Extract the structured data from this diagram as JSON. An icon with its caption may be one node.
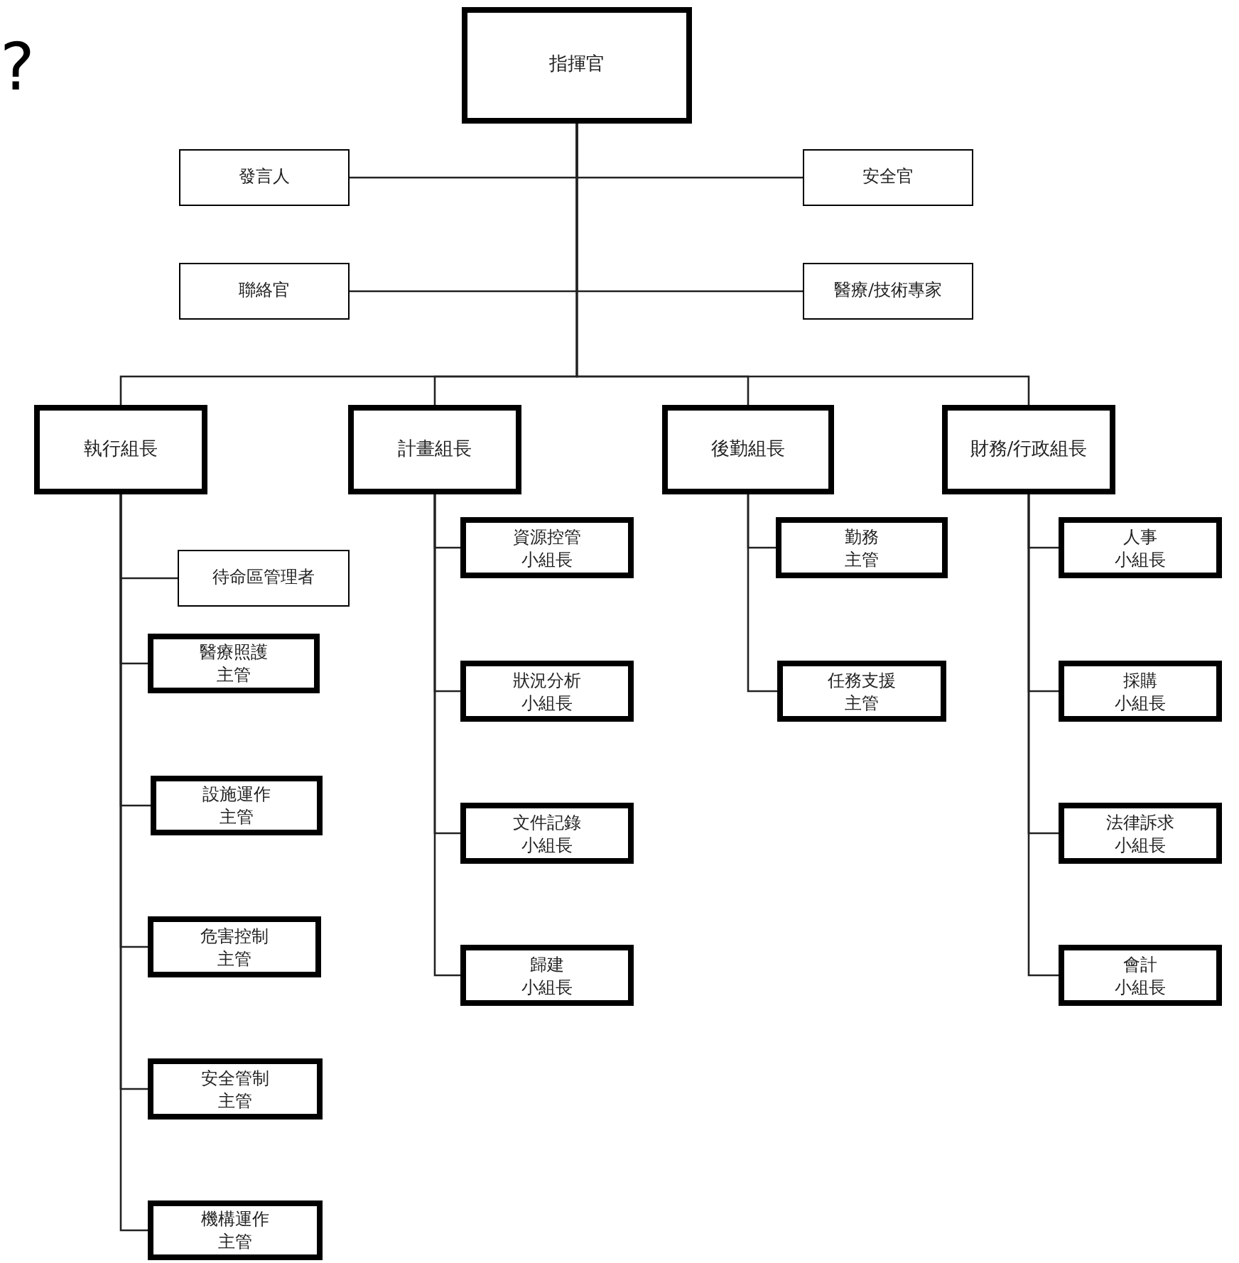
{
  "diagram": {
    "title": "?",
    "nodes": [
      {
        "text": [
          "指揮官"
        ]
      },
      {
        "text": [
          "發言人"
        ]
      },
      {
        "text": [
          "安全官"
        ]
      },
      {
        "text": [
          "聯絡官"
        ]
      },
      {
        "text": [
          "醫療/技術專家"
        ]
      },
      {
        "text": [
          "執行組長"
        ]
      },
      {
        "text": [
          "計畫組長"
        ]
      },
      {
        "text": [
          "後勤組長"
        ]
      },
      {
        "text": [
          "財務/行政組長"
        ]
      },
      {
        "text": [
          "待命區管理者"
        ]
      },
      {
        "text": [
          "醫療照護主管"
        ]
      },
      {
        "text": [
          "設施運作主管"
        ]
      },
      {
        "text": [
          "危害控制主管"
        ]
      },
      {
        "text": [
          "安全管制主管"
        ]
      },
      {
        "text": [
          "機構運作主管"
        ]
      },
      {
        "text": [
          "資源控管小組長"
        ]
      },
      {
        "text": [
          "狀況分析小組長"
        ]
      },
      {
        "text": [
          "文件記錄小組長"
        ]
      },
      {
        "text": [
          "歸建小組長"
        ]
      },
      {
        "text": [
          "勤務主管"
        ]
      },
      {
        "text": [
          "任務支援主管"
        ]
      },
      {
        "text": [
          "人事小組長"
        ]
      },
      {
        "text": [
          "採購小組長"
        ]
      },
      {
        "text": [
          "法律訴求小組長"
        ]
      },
      {
        "text": [
          "會計小組長"
        ]
      }
    ],
    "edges": [
      {
        "from": 0,
        "to": 1,
        "arrow": "none"
      },
      {
        "from": 0,
        "to": 2,
        "arrow": "none"
      },
      {
        "from": 0,
        "to": 3,
        "arrow": "none"
      },
      {
        "from": 0,
        "to": 4,
        "arrow": "none"
      },
      {
        "from": 0,
        "to": 5,
        "arrow": "none"
      },
      {
        "from": 0,
        "to": 6,
        "arrow": "none"
      },
      {
        "from": 0,
        "to": 7,
        "arrow": "none"
      },
      {
        "from": 0,
        "to": 8,
        "arrow": "none"
      },
      {
        "from": 5,
        "to": 9,
        "arrow": "none"
      },
      {
        "from": 5,
        "to": 10,
        "arrow": "none"
      },
      {
        "from": 5,
        "to": 11,
        "arrow": "none"
      },
      {
        "from": 5,
        "to": 12,
        "arrow": "none"
      },
      {
        "from": 5,
        "to": 13,
        "arrow": "none"
      },
      {
        "from": 5,
        "to": 14,
        "arrow": "none"
      },
      {
        "from": 6,
        "to": 15,
        "arrow": "none"
      },
      {
        "from": 6,
        "to": 16,
        "arrow": "none"
      },
      {
        "from": 6,
        "to": 17,
        "arrow": "none"
      },
      {
        "from": 6,
        "to": 18,
        "arrow": "none"
      },
      {
        "from": 7,
        "to": 19,
        "arrow": "none"
      },
      {
        "from": 7,
        "to": 20,
        "arrow": "none"
      },
      {
        "from": 8,
        "to": 21,
        "arrow": "none"
      },
      {
        "from": 8,
        "to": 22,
        "arrow": "none"
      },
      {
        "from": 8,
        "to": 23,
        "arrow": "none"
      },
      {
        "from": 8,
        "to": 24,
        "arrow": "none"
      }
    ]
  }
}
